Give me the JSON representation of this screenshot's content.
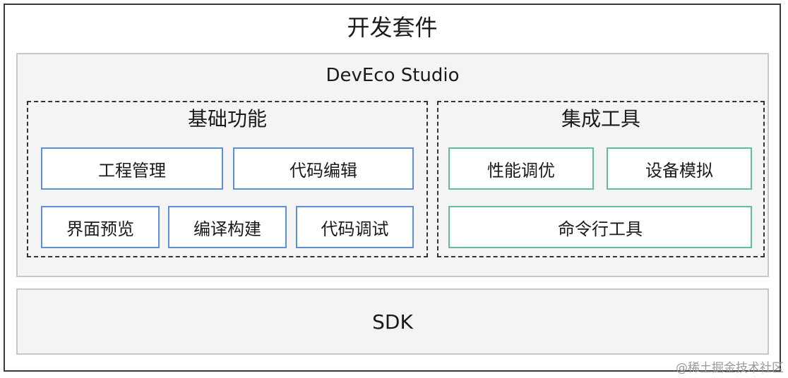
{
  "diagram": {
    "title": "开发套件",
    "studio": {
      "title": "DevEco Studio",
      "basic": {
        "title": "基础功能",
        "row1": [
          "工程管理",
          "代码编辑"
        ],
        "row2": [
          "界面预览",
          "编译构建",
          "代码调试"
        ]
      },
      "tools": {
        "title": "集成工具",
        "row1": [
          "性能调优",
          "设备模拟"
        ],
        "row2": [
          "命令行工具"
        ]
      }
    },
    "sdk": "SDK"
  },
  "watermark": "@稀土掘金技术社区",
  "colors": {
    "blue_border": "#5b8fd6",
    "green_border": "#5fbf98",
    "panel_fill": "#f4f4f4"
  }
}
